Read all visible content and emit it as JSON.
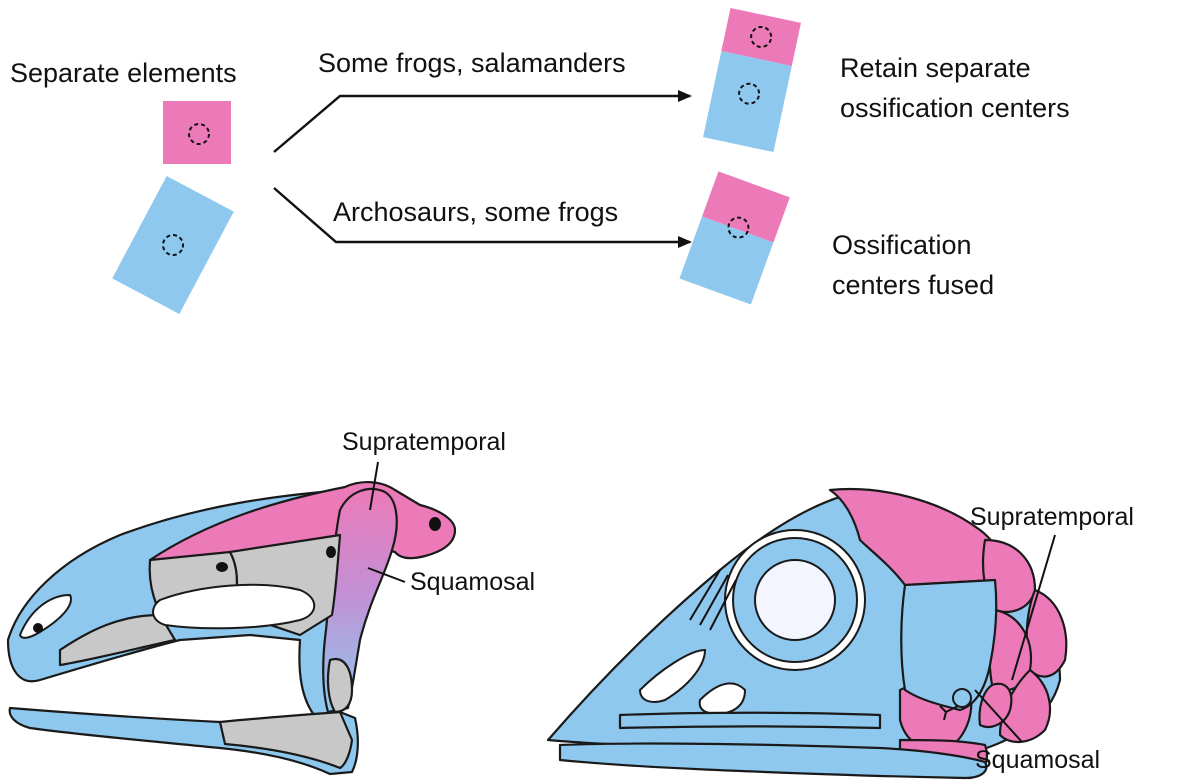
{
  "colors": {
    "pink_element": "#ec7ab8",
    "blue_element": "#8ec8ee",
    "gray_element": "#c8c8c8"
  },
  "top_diagram": {
    "start_label": "Separate elements",
    "upper_path_label": "Some frogs, salamanders",
    "upper_outcome_line1": "Retain separate",
    "upper_outcome_line2": "ossification centers",
    "lower_path_label": "Archosaurs, some frogs",
    "lower_outcome_line1": "Ossification",
    "lower_outcome_line2": "centers fused"
  },
  "left_skull": {
    "label_supratemporal": "Supratemporal",
    "label_squamosal": "Squamosal"
  },
  "right_skull": {
    "label_supratemporal": "Supratemporal",
    "label_squamosal": "Squamosal"
  }
}
